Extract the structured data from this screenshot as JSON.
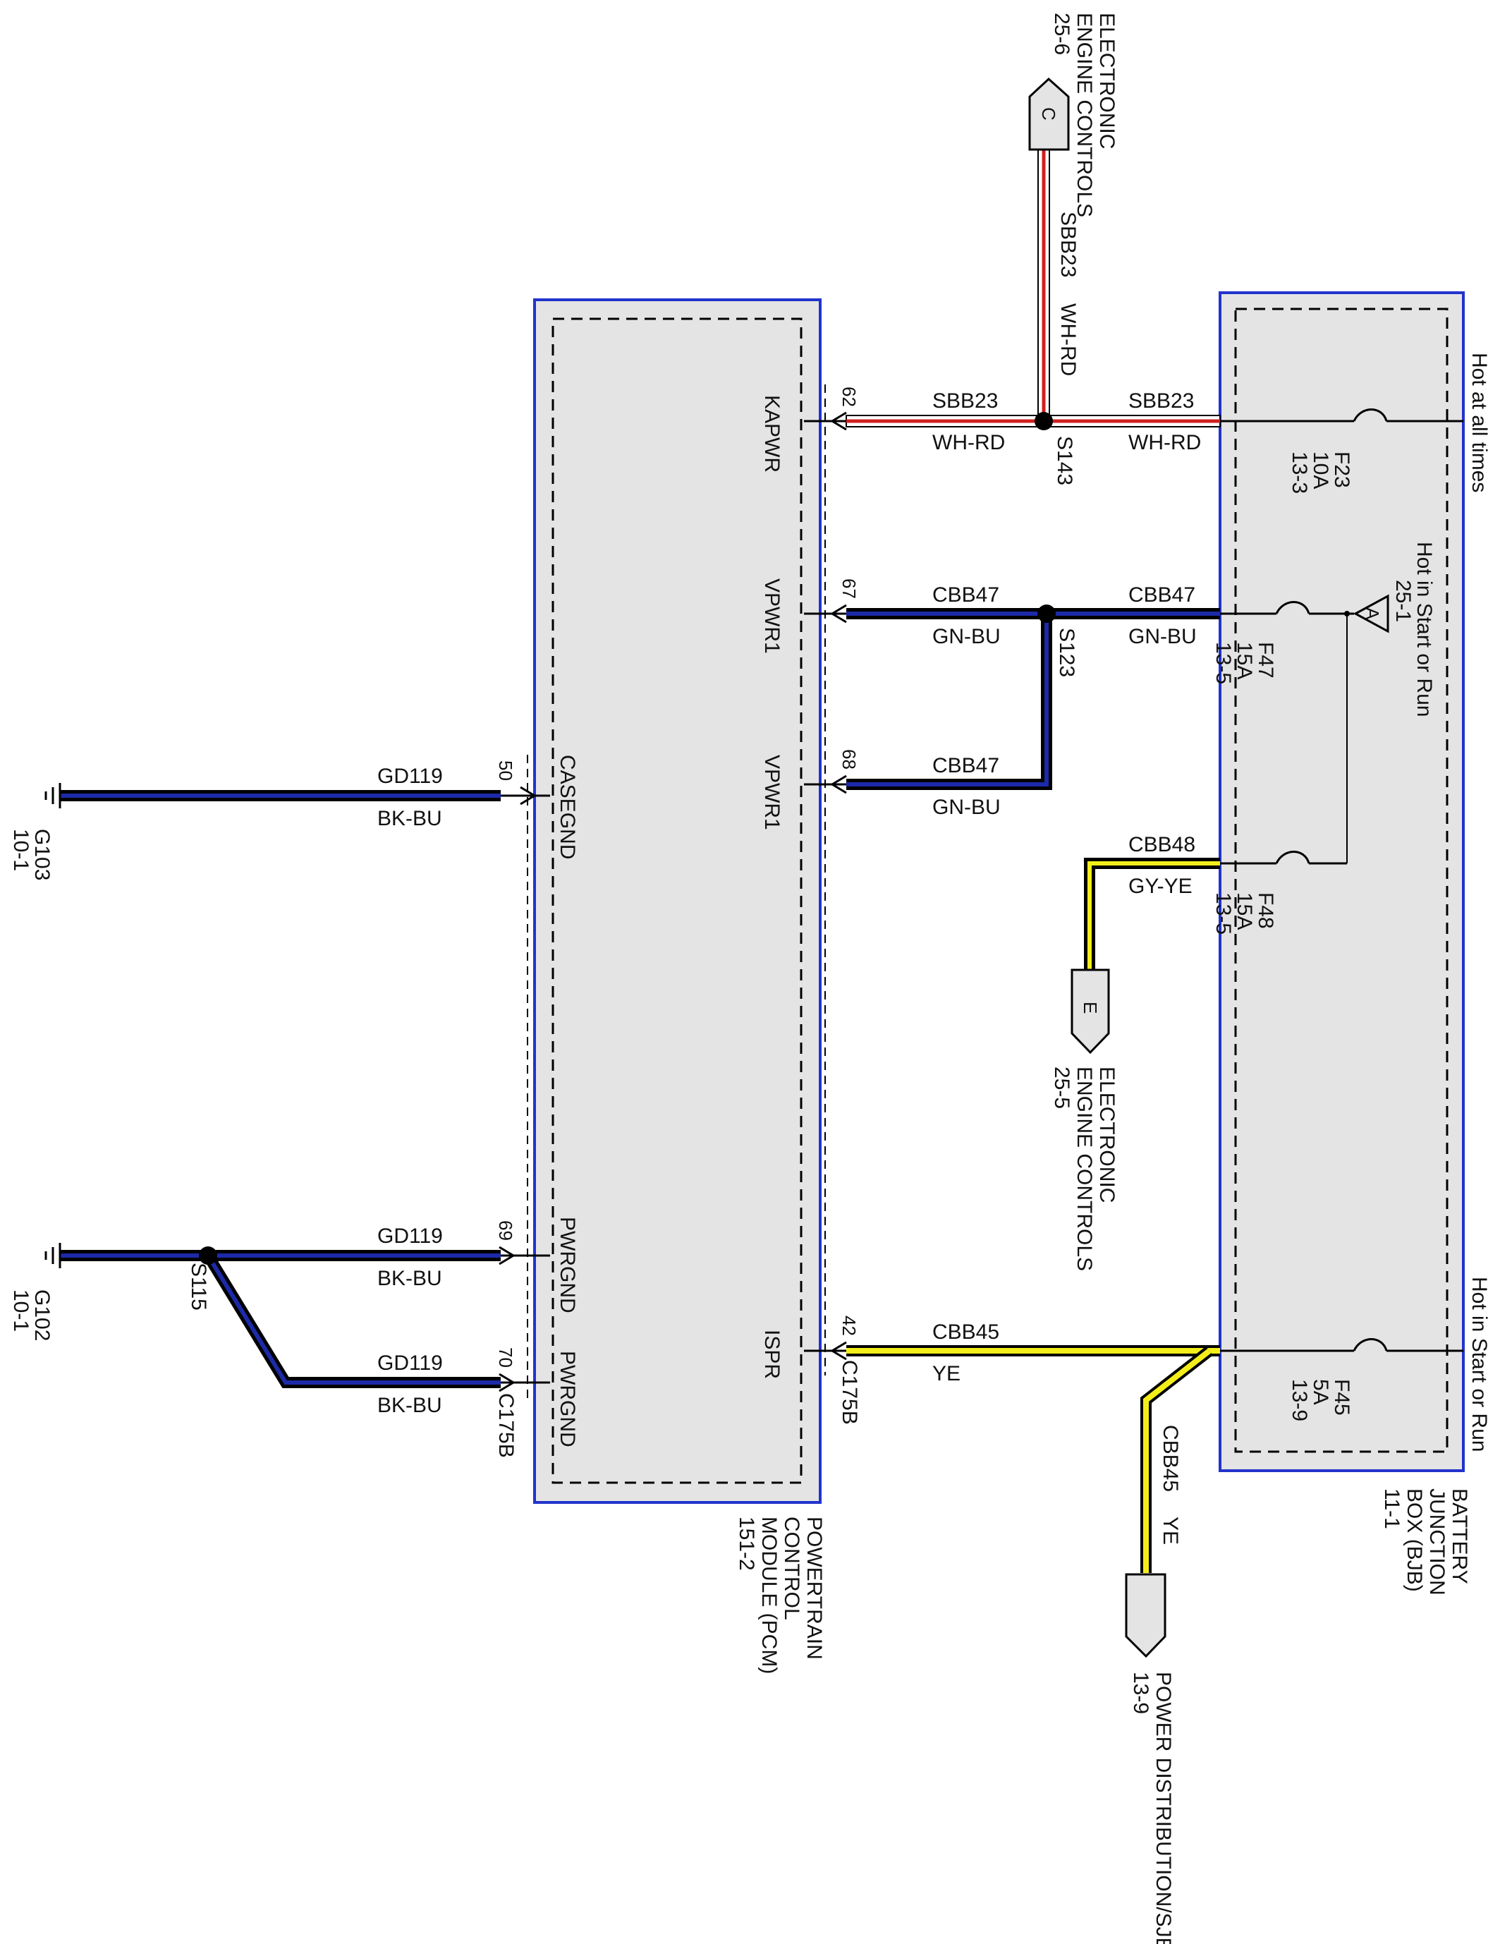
{
  "colors": {
    "module_fill": "#e4e4e4",
    "module_border": "#2233cc",
    "wire_red": "#d02020",
    "wire_white": "#ffffff",
    "wire_blue": "#1c2aa8",
    "wire_black": "#000000",
    "wire_yellow": "#f3ee1a",
    "wire_green": "#1c2aa8",
    "ground_black": "#000000"
  },
  "headers": {
    "hot_at_all_times": "Hot at all times",
    "hot_in_start_or_run_top": "Hot in Start or Run",
    "hot_in_start_or_run_bottom": "Hot in Start or Run",
    "ref_a": "25-1"
  },
  "bjb": {
    "title_lines": [
      "BATTERY",
      "JUNCTION",
      "BOX (BJB)",
      "11-1"
    ]
  },
  "pcm": {
    "title_lines": [
      "POWERTRAIN",
      "CONTROL",
      "MODULE (PCM)",
      "151-2"
    ],
    "pins": {
      "kapwr": "KAPWR",
      "vpwr1_a": "VPWR1",
      "vpwr1_b": "VPWR1",
      "ispr": "ISPR",
      "casegnd": "CASEGND",
      "pwrgnd_a": "PWRGND",
      "pwrgnd_b": "PWRGND"
    },
    "pin_numbers": {
      "p62": "62",
      "p67": "67",
      "p68": "68",
      "p42": "42",
      "p50": "50",
      "p69": "69",
      "p70": "70"
    },
    "connector": "C175B",
    "connector_gnd": "C175B"
  },
  "fuses": {
    "f23": [
      "F23",
      "10A",
      "13-3"
    ],
    "f47": [
      "F47",
      "15A",
      "13-5"
    ],
    "f48": [
      "F48",
      "15A",
      "13-5"
    ],
    "f45": [
      "F45",
      "5A",
      "13-9"
    ]
  },
  "offpage": {
    "top": {
      "letter": "C",
      "lines": [
        "ELECTRONIC",
        "ENGINE CONTROLS",
        "25-6"
      ]
    },
    "e": {
      "letter": "E",
      "lines": [
        "ELECTRONIC",
        "ENGINE CONTROLS",
        "25-5"
      ]
    },
    "a": {
      "letter": "A"
    },
    "pd": {
      "lines": [
        "POWER DISTRIBUTION/SJB",
        "13-9"
      ]
    }
  },
  "splices": {
    "s143": "S143",
    "s123": "S123",
    "s115": "S115"
  },
  "grounds": {
    "g103": [
      "G103",
      "10-1"
    ],
    "g102": [
      "G102",
      "10-1"
    ]
  },
  "wires": {
    "sbb23_vert": [
      "SBB23",
      "WH-RD"
    ],
    "sbb23_right": [
      "SBB23",
      "WH-RD"
    ],
    "sbb23_left": [
      "SBB23",
      "WH-RD"
    ],
    "cbb47_right": [
      "CBB47",
      "GN-BU"
    ],
    "cbb47_left": [
      "CBB47",
      "GN-BU"
    ],
    "cbb47_68": [
      "CBB47",
      "GN-BU"
    ],
    "cbb48": [
      "CBB48",
      "GY-YE"
    ],
    "cbb45_h": [
      "CBB45",
      "YE"
    ],
    "cbb45_v": [
      "CBB45",
      "YE"
    ],
    "gd119_50": [
      "GD119",
      "BK-BU"
    ],
    "gd119_69": [
      "GD119",
      "BK-BU"
    ],
    "gd119_70": [
      "GD119",
      "BK-BU"
    ]
  }
}
